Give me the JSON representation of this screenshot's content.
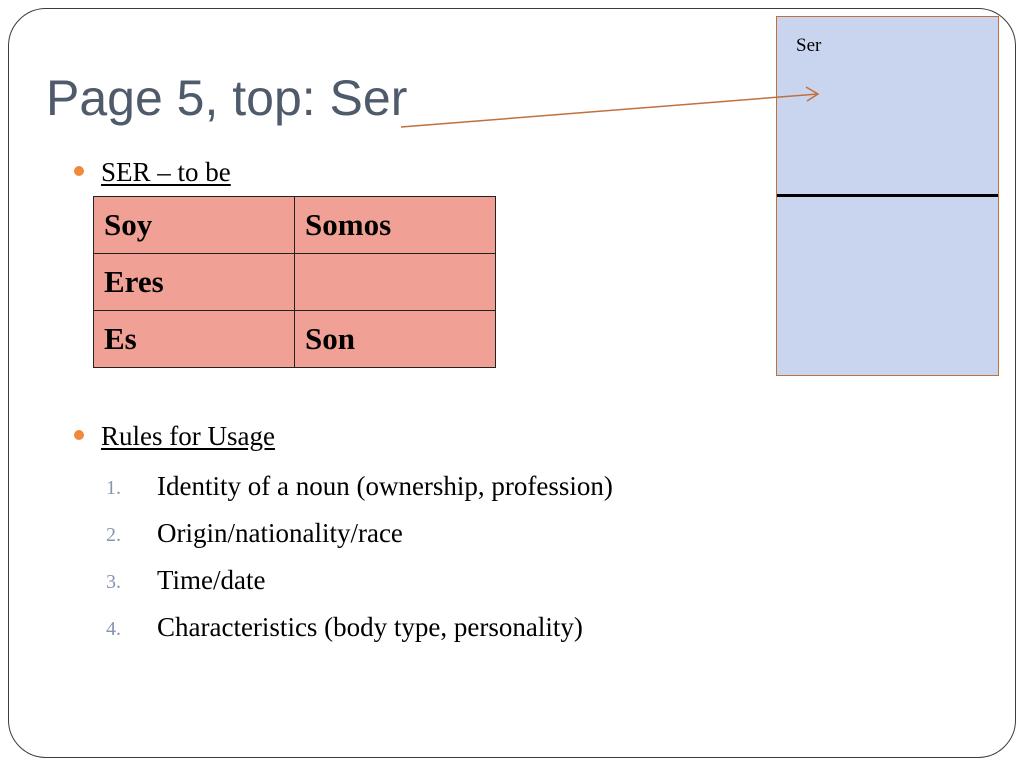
{
  "slide": {
    "title": "Page 5, top: Ser"
  },
  "bullets": [
    {
      "text": "SER – to be"
    },
    {
      "text": "Rules for Usage"
    }
  ],
  "conjugation_table": {
    "rows": [
      [
        "Soy",
        "Somos"
      ],
      [
        "Eres",
        ""
      ],
      [
        "Es",
        "Son"
      ]
    ]
  },
  "rules": [
    {
      "number": "1.",
      "text": "Identity of a noun (ownership, profession)"
    },
    {
      "number": "2.",
      "text": "Origin/nationality/race"
    },
    {
      "number": "3.",
      "text": "Time/date"
    },
    {
      "number": "4.",
      "text": "Characteristics (body type, personality)"
    }
  ],
  "side_box": {
    "label": "Ser"
  },
  "colors": {
    "title": "#4f5b6a",
    "bullet_dot": "#f08a3a",
    "table_fill": "#f0a094",
    "side_box_fill": "#c9d5ee",
    "side_box_border": "#c0703a",
    "arrow": "#c0703a",
    "list_number": "#8496b0"
  }
}
